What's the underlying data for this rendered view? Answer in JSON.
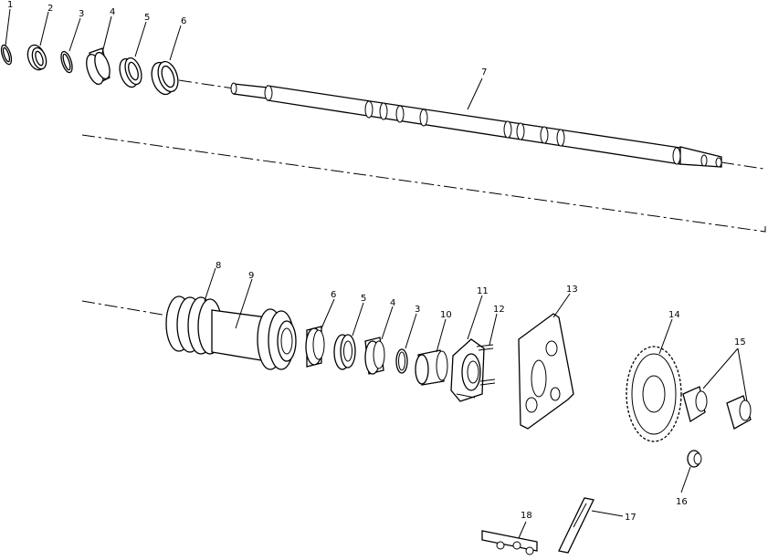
{
  "callouts": {
    "c1": "1",
    "c2": "2",
    "c3": "3",
    "c4": "4",
    "c5": "5",
    "c6": "6",
    "c7": "7",
    "c8": "8",
    "c9": "9",
    "c6b": "6",
    "c5b": "5",
    "c4b": "4",
    "c3b": "3",
    "c10": "10",
    "c11": "11",
    "c12": "12",
    "c13": "13",
    "c14": "14",
    "c15": "15",
    "c16": "16",
    "c17": "17",
    "c18": "18"
  }
}
